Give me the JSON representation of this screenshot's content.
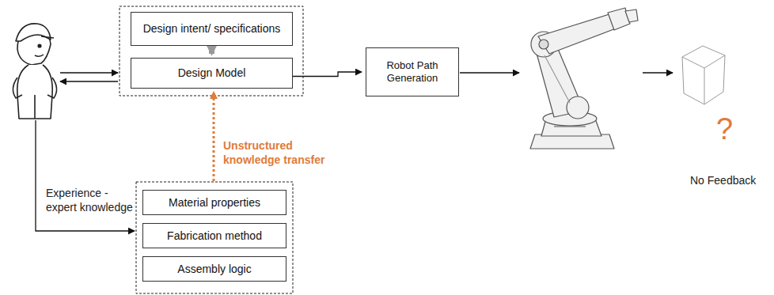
{
  "diagram": {
    "nodes": [
      {
        "text": [
          "Design intent/ specifications"
        ]
      },
      {
        "text": [
          "Design Model"
        ]
      },
      {
        "text": [
          "Material properties"
        ]
      },
      {
        "text": [
          "Fabrication method"
        ]
      },
      {
        "text": [
          "Assembly logic"
        ]
      },
      {
        "text": [
          "Robot Path Generation"
        ]
      }
    ],
    "edges": [
      {
        "from": 0,
        "to": 1,
        "arrow": "to"
      },
      {
        "from": 1,
        "to": 5,
        "arrow": "to"
      }
    ],
    "labels": [
      "Unstructured knowledge transfer",
      "Experience - expert knowledge",
      "?",
      "No Feedback"
    ]
  }
}
